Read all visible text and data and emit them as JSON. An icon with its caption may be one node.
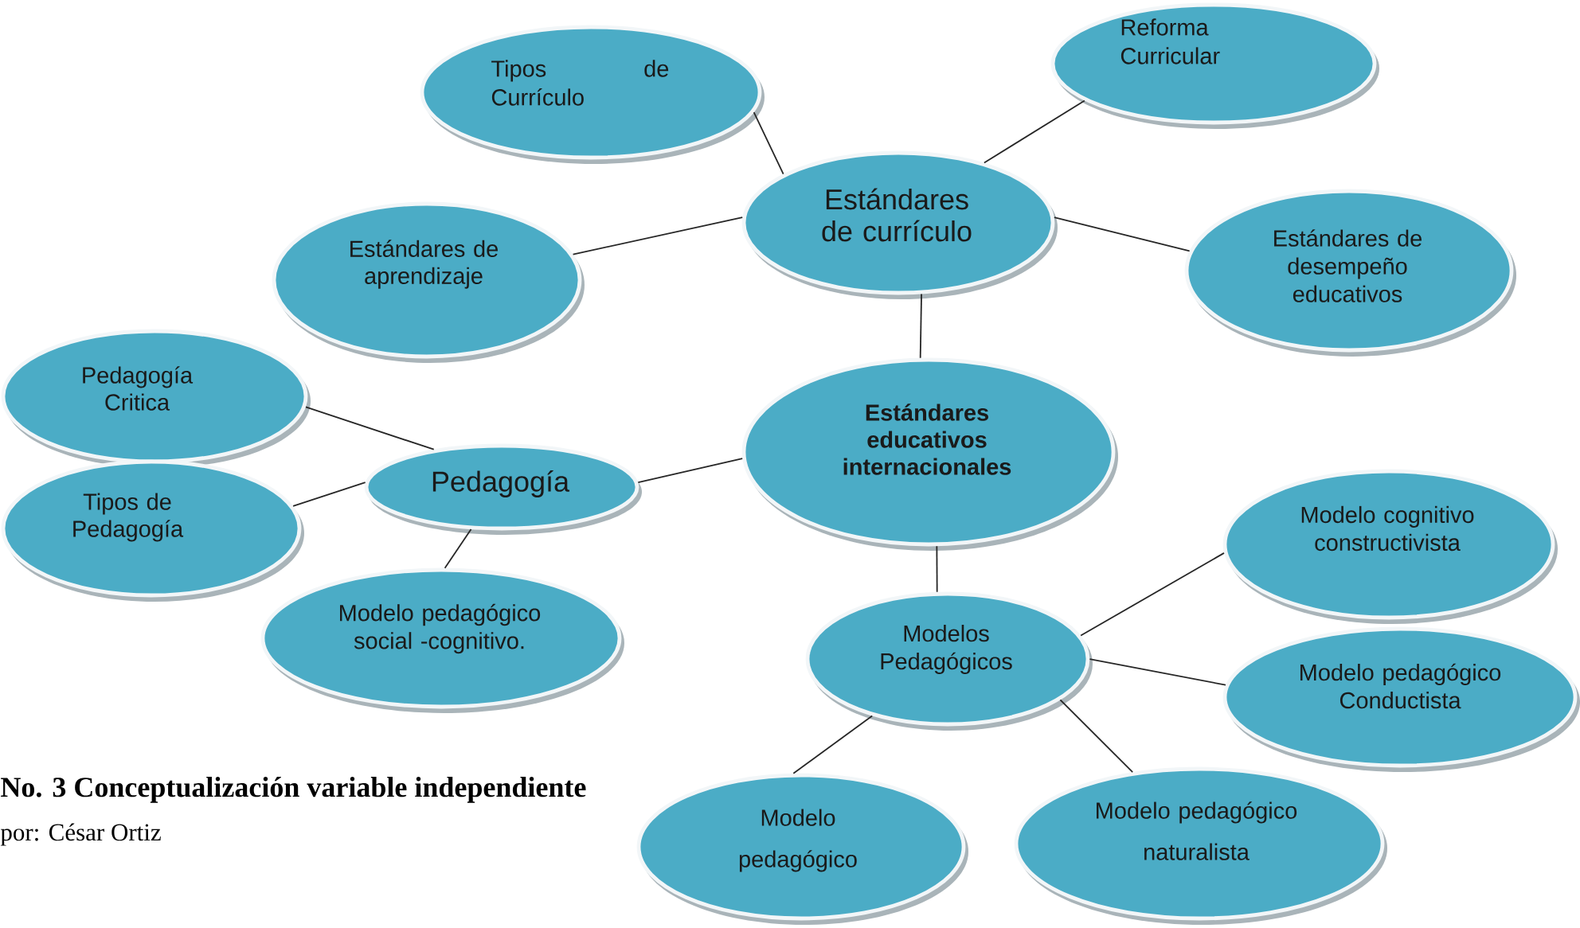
{
  "diagram": {
    "caption": "No. 3 Conceptualización variable independiente",
    "nodes": [
      {
        "text": [
          "Tipos de Currículo"
        ]
      },
      {
        "text": [
          "Reforma Curricular"
        ]
      },
      {
        "text": [
          "Estándares de currículo"
        ]
      },
      {
        "text": [
          "Estándares de aprendizaje"
        ]
      },
      {
        "text": [
          "Estándares de desempeño educativos"
        ]
      },
      {
        "text": [
          "Pedagogía Critica"
        ]
      },
      {
        "text": [
          "Estándares educativos internacionales"
        ]
      },
      {
        "text": [
          "Pedagogía"
        ]
      },
      {
        "text": [
          "Tipos de Pedagogía"
        ]
      },
      {
        "text": [
          "Modelo cognitivo constructivista"
        ]
      },
      {
        "text": [
          "Modelo pedagógico social -cognitivo."
        ]
      },
      {
        "text": [
          "Modelos Pedagógicos"
        ]
      },
      {
        "text": [
          "Modelo pedagógico Conductista"
        ]
      },
      {
        "text": [
          "Modelo pedagógico"
        ]
      },
      {
        "text": [
          "Modelo pedagógico naturalista"
        ]
      }
    ],
    "edges": [
      {
        "from": 2,
        "to": 0,
        "arrow": "none"
      },
      {
        "from": 2,
        "to": 1,
        "arrow": "none"
      },
      {
        "from": 2,
        "to": 3,
        "arrow": "none"
      },
      {
        "from": 2,
        "to": 4,
        "arrow": "none"
      },
      {
        "from": 6,
        "to": 2,
        "arrow": "none"
      },
      {
        "from": 6,
        "to": 7,
        "arrow": "none"
      },
      {
        "from": 7,
        "to": 5,
        "arrow": "none"
      },
      {
        "from": 7,
        "to": 8,
        "arrow": "none"
      },
      {
        "from": 7,
        "to": 10,
        "arrow": "none"
      },
      {
        "from": 6,
        "to": 11,
        "arrow": "none"
      },
      {
        "from": 11,
        "to": 9,
        "arrow": "none"
      },
      {
        "from": 11,
        "to": 12,
        "arrow": "none"
      },
      {
        "from": 11,
        "to": 13,
        "arrow": "none"
      },
      {
        "from": 11,
        "to": 14,
        "arrow": "none"
      }
    ],
    "labels": [
      "por: César Ortiz"
    ]
  }
}
